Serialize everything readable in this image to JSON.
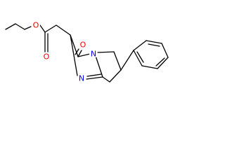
{
  "structure": {
    "atom_labels": {
      "ether_oxygen": "O",
      "carbonyl_oxygen_ester": "O",
      "carbonyl_oxygen_ring": "O",
      "ring_nitrogen_bridge": "N",
      "ring_nitrogen_imine": "N"
    }
  },
  "colors": {
    "bond": "#000000",
    "oxygen": "#ff0000",
    "nitrogen": "#0000ff",
    "background": "#ffffff"
  }
}
